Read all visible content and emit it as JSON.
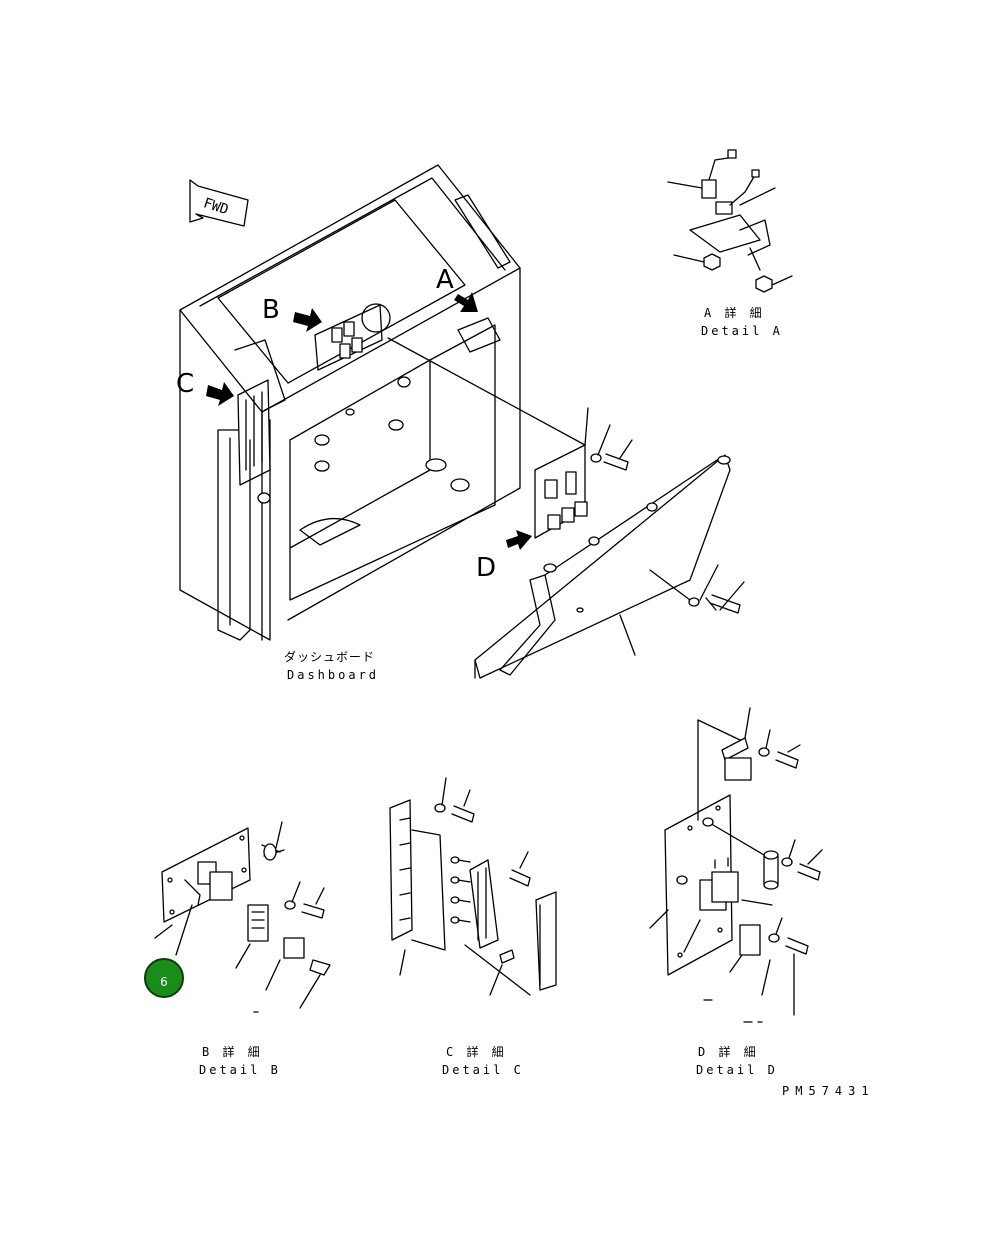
{
  "direction_tag": "FWD",
  "view_letters": {
    "a": "A",
    "b": "B",
    "c": "C",
    "d": "D"
  },
  "dashboard": {
    "jp": "ダッシュボード",
    "en": "Dashboard"
  },
  "detail_a": {
    "jp": "A 詳 細",
    "en": "Detail A"
  },
  "detail_b": {
    "jp": "B 詳 細",
    "en": "Detail B"
  },
  "detail_c": {
    "jp": "C 詳 細",
    "en": "Detail C"
  },
  "detail_d": {
    "jp": "D 詳 細",
    "en": "Detail D"
  },
  "drawing_number": "PM57431",
  "callout": {
    "number": "6",
    "color": "#1a8c1a"
  }
}
